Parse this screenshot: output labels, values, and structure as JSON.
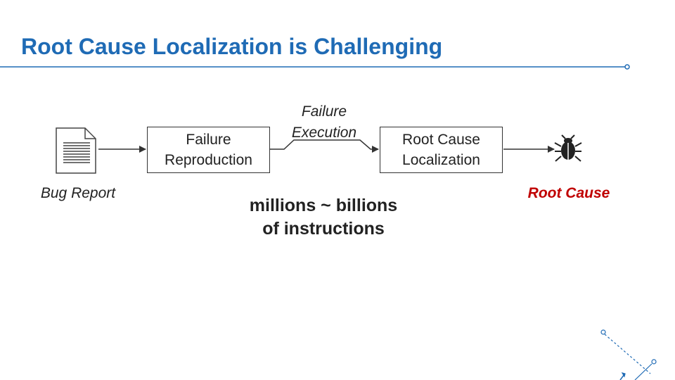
{
  "slide": {
    "title": "Root Cause Localization is Challenging",
    "accent_color": "#1f6bb5",
    "highlight_color": "#c00000"
  },
  "diagram": {
    "bug_report": {
      "label": "Bug Report",
      "icon": "document-icon"
    },
    "failure_reproduction": {
      "line1": "Failure",
      "line2": "Reproduction"
    },
    "failure_execution": {
      "line1": "Failure",
      "line2": "Execution"
    },
    "root_cause_localization": {
      "line1": "Root Cause",
      "line2": "Localization"
    },
    "scale_note": {
      "line1": "millions ~ billions",
      "line2": "of instructions"
    },
    "root_cause": {
      "label": "Root Cause",
      "icon": "bug-icon"
    }
  }
}
